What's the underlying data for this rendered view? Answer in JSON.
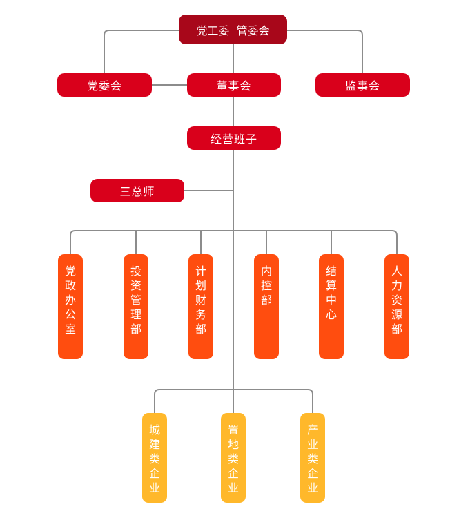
{
  "top": {
    "label": "党工委  管委会"
  },
  "row2": {
    "left": "党委会",
    "center": "董事会",
    "right": "监事会"
  },
  "management": {
    "label": "经营班子"
  },
  "chief": {
    "label": "三总师"
  },
  "departments": [
    "党政办公室",
    "投资管理部",
    "计划财务部",
    "内控部",
    "结算中心",
    "人力资源部"
  ],
  "enterprises": [
    "城建类企业",
    "置地类企业",
    "产业类企业"
  ],
  "colors": {
    "top": "#A8071A",
    "level": "#D9001B",
    "department": "#FF4D0F",
    "enterprise": "#FFB82B",
    "connector": "#8C8C8C"
  }
}
